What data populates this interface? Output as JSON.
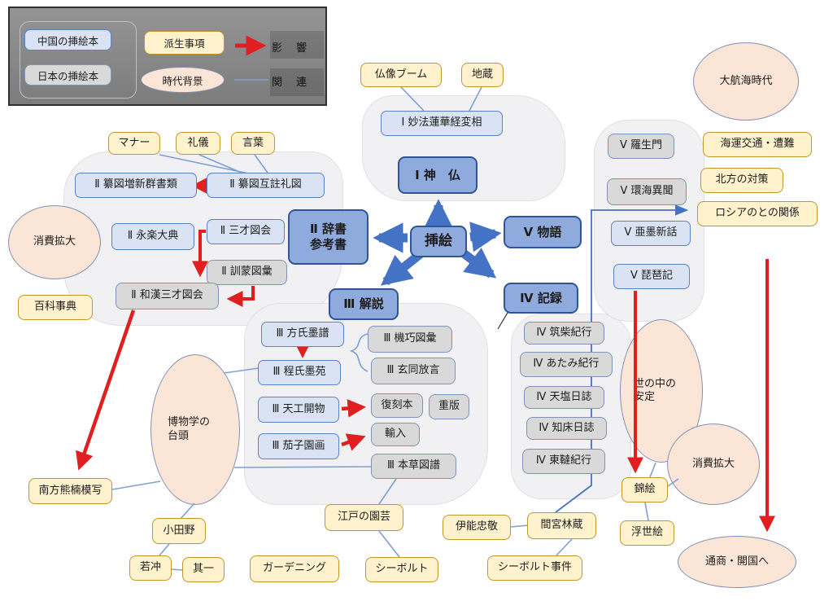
{
  "colors": {
    "main_blue": "#8faadc",
    "main_blue_border": "#2f5597",
    "light_blue": "#dae3f3",
    "gray_box": "#d9d9d9",
    "yellow": "#fff2cc",
    "pink": "#fbe5d6",
    "red_arrow": "#e02020",
    "blue_line": "#7f9fd4",
    "legend_bg": "#8a8a8a"
  },
  "legend": {
    "china": "中国の挿絵本",
    "japan": "日本の挿絵本",
    "derived": "派生事項",
    "era": "時代背景",
    "influence": "影　響",
    "relation": "関　連"
  },
  "nodes": {
    "hub": "挿絵",
    "cat1": "Ⅰ 神　仏",
    "cat2_line1": "Ⅱ 辞書",
    "cat2_line2": "参考書",
    "cat3": "Ⅲ  解説",
    "cat4": "Ⅳ 記録",
    "cat5": "Ⅴ  物語",
    "butsuzo_boom": "仏像ブーム",
    "jizo": "地蔵",
    "myoho": "Ⅰ 妙法蓮華経変相",
    "manner": "マナー",
    "reigi": "礼儀",
    "kotoba": "言葉",
    "sanzu_zoshin": "Ⅱ 纂図増新群書類",
    "sanzu_gochu": "Ⅱ 纂図互註礼図",
    "eiraku": "Ⅱ 永楽大典",
    "sansai": "Ⅱ 三才図会",
    "kinmo": "Ⅱ 訓蒙図彙",
    "wakan": "Ⅱ 和漢三才図会",
    "shohi_left": "消費拡大",
    "hyakka": "百科事典",
    "hoshi": "Ⅲ 方氏墨譜",
    "karakuri": "Ⅲ 機巧図彙",
    "teishi": "Ⅲ 程氏墨苑",
    "gendo": "Ⅲ 玄同放言",
    "tenko": "Ⅲ 天工開物",
    "fukkoku": "復刻本",
    "juhan": "重版",
    "yunyu": "輸入",
    "kashien": "Ⅲ 茄子園画",
    "honzo": "Ⅲ 本草図譜",
    "chikushi": "Ⅳ 筑柴紀行",
    "atami": "Ⅳ あたみ紀行",
    "teshio": "Ⅳ 天塩日誌",
    "shiretoko": "Ⅳ 知床日誌",
    "todatsu": "Ⅳ 東韃紀行",
    "rashomon": "Ⅴ 羅生門",
    "kankai": "Ⅴ 環海異聞",
    "abokushin": "Ⅴ 亜墨新話",
    "biwaki": "Ⅴ 琵琶記",
    "daikokai": "大航海時代",
    "kaiun": "海運交通・遭難",
    "hoppo": "北方の対策",
    "russia": "ロシアのとの関係",
    "yononaka_line1": "世の中の",
    "yononaka_line2": "安定",
    "shohi_right": "消費拡大",
    "tsusho": "通商・開国へ",
    "nishiki": "錦絵",
    "ukiyoe": "浮世絵",
    "minakata": "南方熊楠模写",
    "hakubutsu_line1": "博物学の",
    "hakubutsu_line2": "台頭",
    "odano": "小田野",
    "jakuchu": "若冲",
    "kiitsu": "其一",
    "gardening": "ガーデニング",
    "edo_engei": "江戸の園芸",
    "siebold": "シーボルト",
    "ino": "伊能忠敬",
    "mamiya": "間宮林蔵",
    "siebold_jiken": "シーボルト事件"
  }
}
